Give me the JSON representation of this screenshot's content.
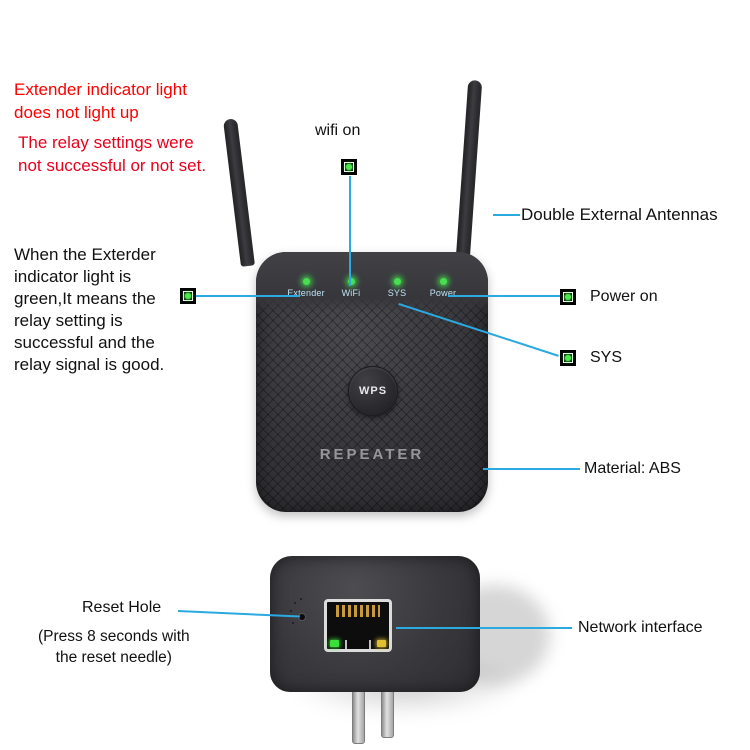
{
  "callouts": {
    "warning_extender": "Extender indicator light\ndoes not light up",
    "warning_relay": "The relay settings were\n not successful or not set.",
    "wifi_on": "wifi on",
    "antennas": "Double External Antennas",
    "power_on": "Power on",
    "sys": "SYS",
    "material": "Material: ABS",
    "note_extender_green": "When the Exterder\n indicator light is\ngreen,It means the\n relay setting is\nsuccessful and the\nrelay signal is good.",
    "reset_title": "Reset Hole",
    "reset_hint": "(Press 8 seconds with\nthe reset needle)",
    "network_interface": "Network interface"
  },
  "device": {
    "led_labels": [
      "Extender",
      "WiFi",
      "SYS",
      "Power"
    ],
    "wps": "WPS",
    "brand": "REPEATER"
  },
  "colors": {
    "callout_blue": "#2BA9E1",
    "warning_red": "#FF0000",
    "warning_crimson": "#E8001C",
    "led_green": "#46E04E",
    "body_dark": "#37373B",
    "port_led_green": "#3AE03A",
    "port_led_yellow": "#E0C030"
  }
}
